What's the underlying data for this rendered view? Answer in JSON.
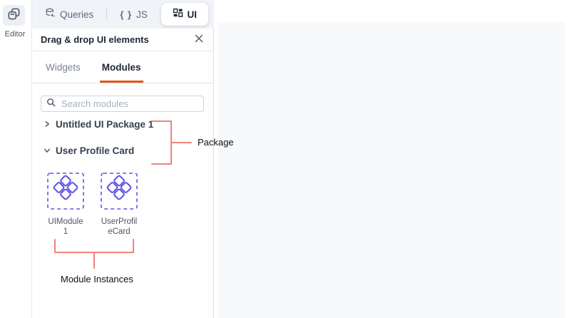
{
  "left_rail": {
    "editor": {
      "label": "Editor",
      "icon": "editor-pages-icon"
    }
  },
  "editor_tabs": {
    "items": [
      {
        "label": "Queries",
        "icon": "queries-database-icon",
        "active": false
      },
      {
        "label": "JS",
        "icon": "curly-braces-icon",
        "braces": "{ }",
        "active": false
      },
      {
        "label": "UI",
        "icon": "ui-grid-icon",
        "active": true
      }
    ]
  },
  "panel": {
    "title": "Drag & drop UI elements",
    "close_icon": "close-icon",
    "tabs": [
      {
        "label": "Widgets",
        "active": false
      },
      {
        "label": "Modules",
        "active": true
      }
    ],
    "search": {
      "placeholder": "Search modules",
      "icon": "search-icon"
    },
    "packages": [
      {
        "name": "Untitled UI Package 1",
        "expanded": false,
        "icon": "chevron-right-icon"
      },
      {
        "name": "User Profile Card",
        "expanded": true,
        "icon": "chevron-down-icon"
      }
    ],
    "module_instances": [
      {
        "label": "UIModule\n1",
        "icon": "module-diamonds-icon"
      },
      {
        "label": "UserProfil\neCard",
        "icon": "module-diamonds-icon"
      }
    ]
  },
  "annotations": {
    "package_label": "Package",
    "module_instances_label": "Module Instances"
  },
  "colors": {
    "tab_underline_orange": "#e15615",
    "module_purple": "#6355e8",
    "annotation_salmon": "#f0837c",
    "canvas_gray": "#f7f9fb",
    "strip_gray": "#f0f3f7"
  }
}
